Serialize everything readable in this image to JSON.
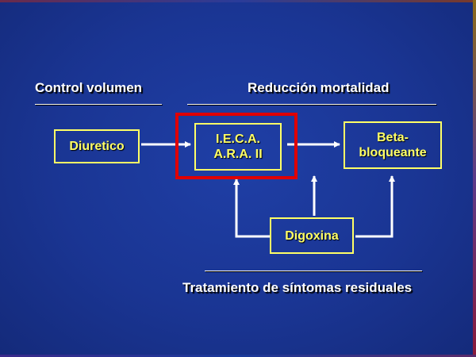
{
  "labels": {
    "control_volumen": "Control volumen",
    "reduccion_mortalidad": "Reducción mortalidad",
    "tratamiento": "Tratamiento de síntomas residuales"
  },
  "boxes": {
    "diuretico": "Diuretico",
    "ieca_line1": "I.E.C.A.",
    "ieca_line2": "A.R.A. II",
    "beta_line1": "Beta-",
    "beta_line2": "bloqueante",
    "digoxina": "Digoxina"
  },
  "colors": {
    "background": "#1a3593",
    "box_border": "#ffff66",
    "box_text": "#ffff66",
    "highlight": "#e00000",
    "label_text": "#ffffff"
  }
}
